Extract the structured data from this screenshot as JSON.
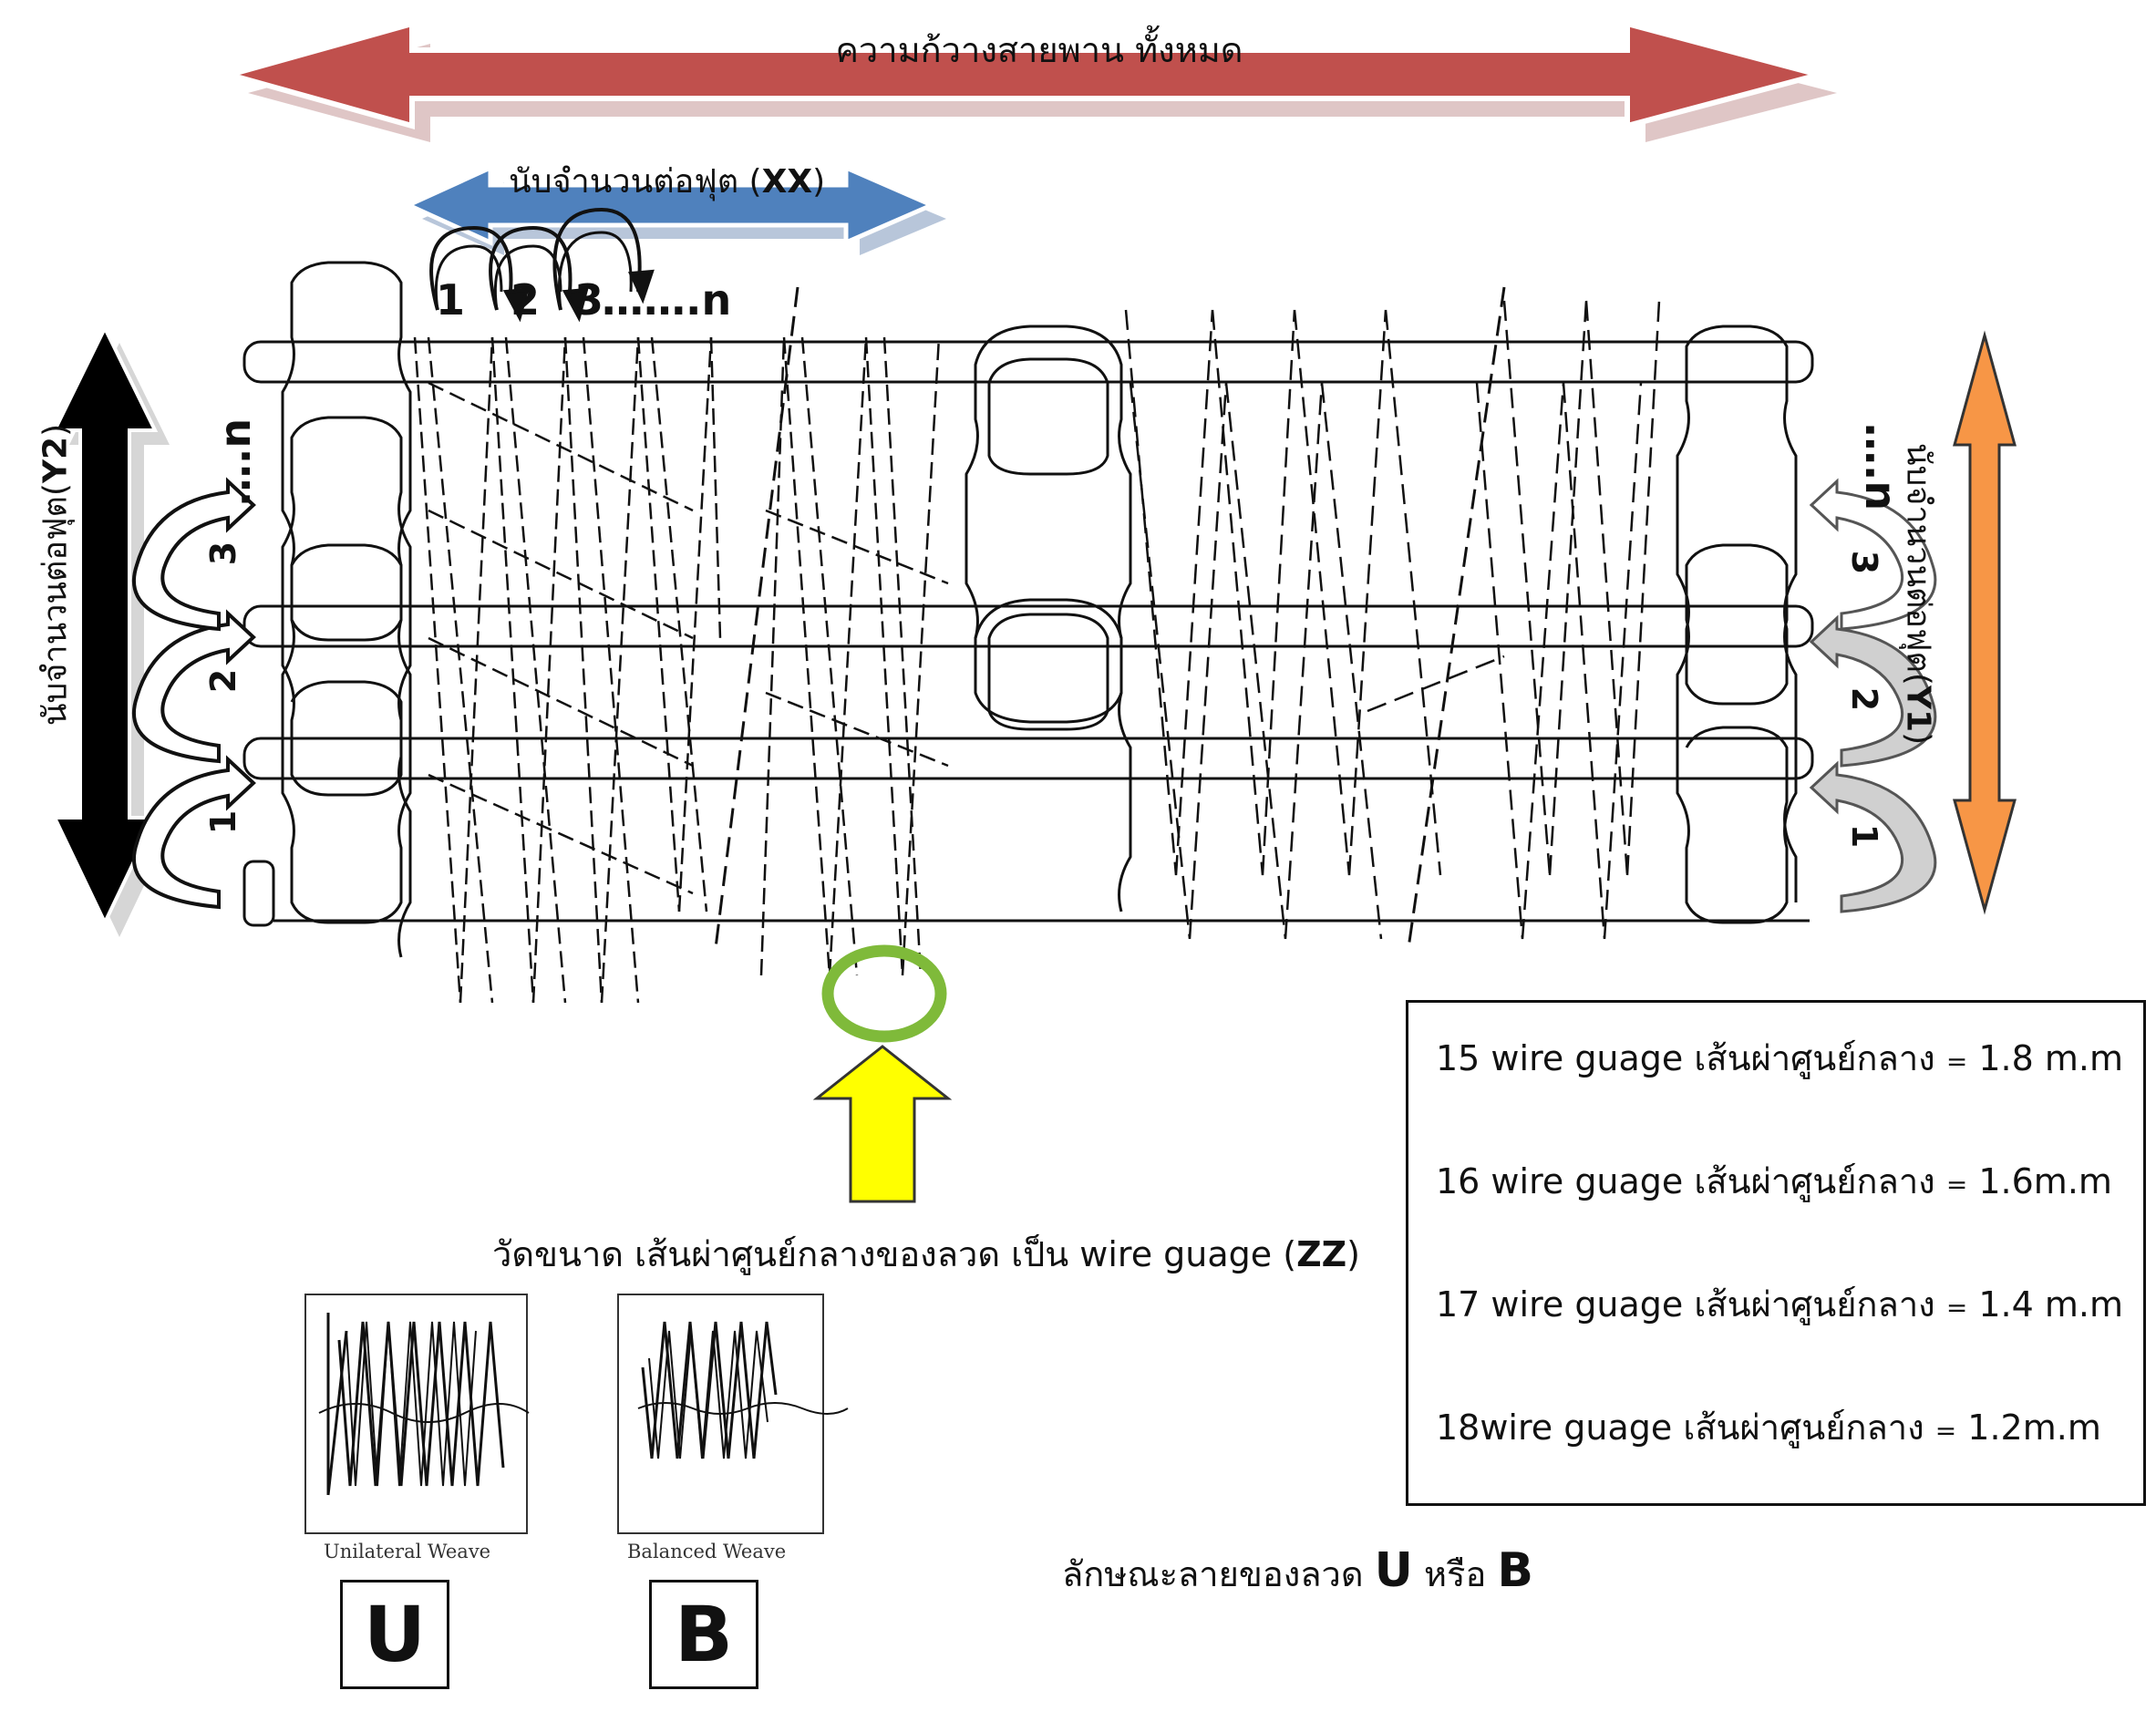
{
  "labels": {
    "total_width": "ความก้วางสายพาน ทั้งหมด",
    "count_per_foot_xx_prefix": "นับจำนวนต่อฟุต (",
    "count_per_foot_xx_code": "XX",
    "count_per_foot_xx_suffix": ")",
    "count_per_foot_y2_prefix": "นับจำนวนต่อฟุต(",
    "count_per_foot_y2_code": "Y2",
    "count_per_foot_y2_suffix": ")",
    "count_per_foot_y1_prefix": "นับจำนวนต่อฟุต(",
    "count_per_foot_y1_code": "Y1",
    "count_per_foot_y1_suffix": ")",
    "measure_prefix": "วัดขนาด เส้นผ่าศูนย์กลางของลวด เป็น wire guage (",
    "measure_code": "ZZ",
    "measure_suffix": ")",
    "pattern_text": "ลักษณะลายของลวด",
    "pattern_u": "U",
    "pattern_or": "หรือ",
    "pattern_b": "B"
  },
  "top_counter": {
    "one": "1",
    "two": "2",
    "three": "3",
    "n": "…….n"
  },
  "left_counter": {
    "one": "1",
    "two": "2",
    "three": "3",
    "n": "….n"
  },
  "right_counter": {
    "one": "1",
    "two": "2",
    "three": "3",
    "n": "….n"
  },
  "wire_specs": [
    {
      "gauge": "15 wire guage",
      "desc": "เส้นผ่าศูนย์กลาง",
      "eq": "=",
      "value": "1.8 m.m"
    },
    {
      "gauge": "16 wire guage",
      "desc": "เส้นผ่าศูนย์กลาง",
      "eq": "=",
      "value": "1.6m.m"
    },
    {
      "gauge": "17 wire guage",
      "desc": "เส้นผ่าศูนย์กลาง",
      "eq": "=",
      "value": "1.4 m.m"
    },
    {
      "gauge": "18wire guage",
      "desc": "เส้นผ่าศูนย์กลาง",
      "eq": "=",
      "value": "1.2m.m"
    }
  ],
  "weaves": {
    "unilateral_caption": "Unilateral Weave",
    "balanced_caption": "Balanced Weave",
    "unilateral_letter": "U",
    "balanced_letter": "B"
  },
  "colors": {
    "total_width_arrow": "#c0504d",
    "xx_arrow": "#4f81bd",
    "y2_arrow": "#000000",
    "y1_arrow": "#f79646",
    "pointer_arrow": "#ffff00",
    "pointer_circle": "#7fba3a"
  }
}
